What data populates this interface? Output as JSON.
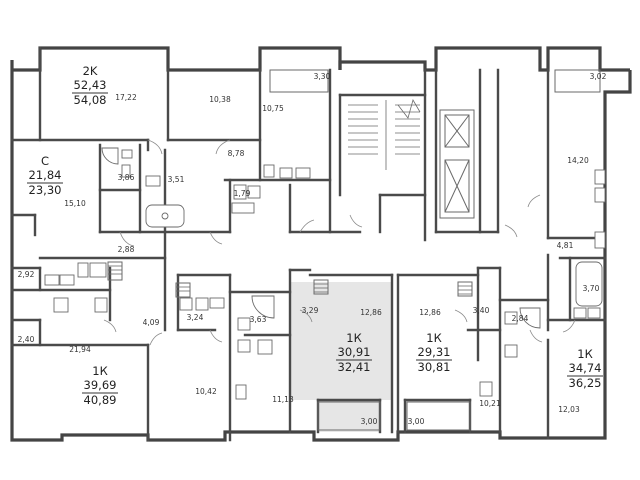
{
  "colors": {
    "wall": "#4a4a4a",
    "highlight": "#e6e6e6",
    "background": "#ffffff",
    "text": "#333333"
  },
  "apartments": [
    {
      "name": "2K",
      "living_area": "52,43",
      "total_area": "54,08"
    },
    {
      "name": "С",
      "living_area": "21,84",
      "total_area": "23,30"
    },
    {
      "name": "1К",
      "living_area": "39,69",
      "total_area": "40,89"
    },
    {
      "name": "1К",
      "living_area": "30,91",
      "total_area": "32,41",
      "highlighted": true
    },
    {
      "name": "1К",
      "living_area": "29,31",
      "total_area": "30,81"
    },
    {
      "name": "1К",
      "living_area": "34,74",
      "total_area": "36,25"
    }
  ],
  "room_labels": [
    "17,22",
    "10,38",
    "10,75",
    "3,30",
    "3,02",
    "8,78",
    "3,86",
    "3,51",
    "15,10",
    "1,79",
    "14,20",
    "4,81",
    "2,88",
    "2,92",
    "3,70",
    "4,09",
    "3,24",
    "2,40",
    "3,63",
    "3,29",
    "12,86",
    "12,86",
    "3,40",
    "2,84",
    "21,94",
    "10,42",
    "11,13",
    "10,21",
    "12,03",
    "3,00",
    "3,00"
  ]
}
